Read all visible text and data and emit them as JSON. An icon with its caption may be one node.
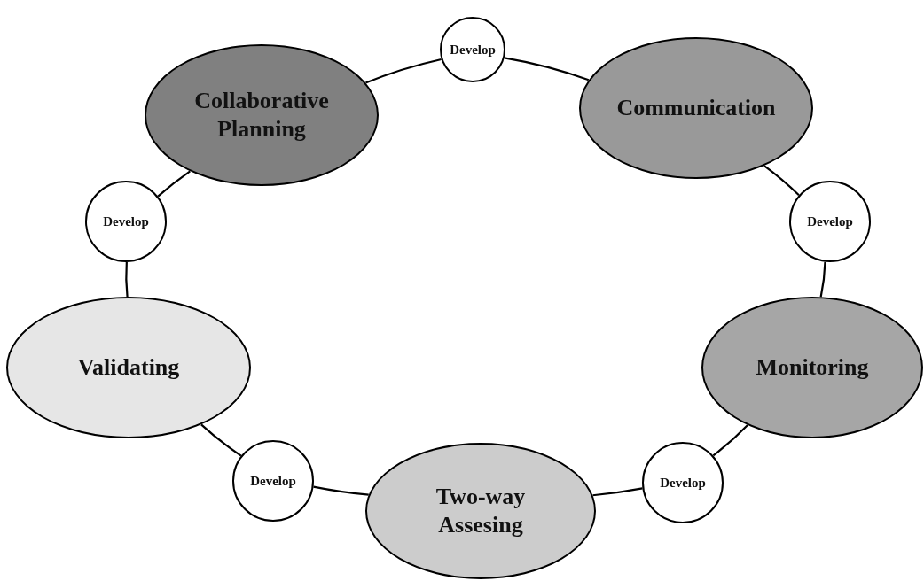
{
  "diagram": {
    "nodes": [
      {
        "text": [
          "Develop"
        ]
      },
      {
        "text": [
          "Collaborative Planning"
        ]
      },
      {
        "text": [
          "Communication"
        ]
      },
      {
        "text": [
          "Develop"
        ]
      },
      {
        "text": [
          "Develop"
        ]
      },
      {
        "text": [
          "Validating"
        ]
      },
      {
        "text": [
          "Monitoring"
        ]
      },
      {
        "text": [
          "Develop"
        ]
      },
      {
        "text": [
          "Two-way Assesing"
        ]
      },
      {
        "text": [
          "Develop"
        ]
      }
    ],
    "edges": [
      {
        "from": 1,
        "to": 0,
        "arrow": "none"
      },
      {
        "from": 0,
        "to": 2,
        "arrow": "none"
      },
      {
        "from": 2,
        "to": 4,
        "arrow": "none"
      },
      {
        "from": 4,
        "to": 6,
        "arrow": "none"
      },
      {
        "from": 6,
        "to": 9,
        "arrow": "none"
      },
      {
        "from": 9,
        "to": 8,
        "arrow": "none"
      },
      {
        "from": 8,
        "to": 7,
        "arrow": "none"
      },
      {
        "from": 7,
        "to": 5,
        "arrow": "none"
      },
      {
        "from": 5,
        "to": 3,
        "arrow": "none"
      },
      {
        "from": 3,
        "to": 1,
        "arrow": "none"
      }
    ]
  }
}
